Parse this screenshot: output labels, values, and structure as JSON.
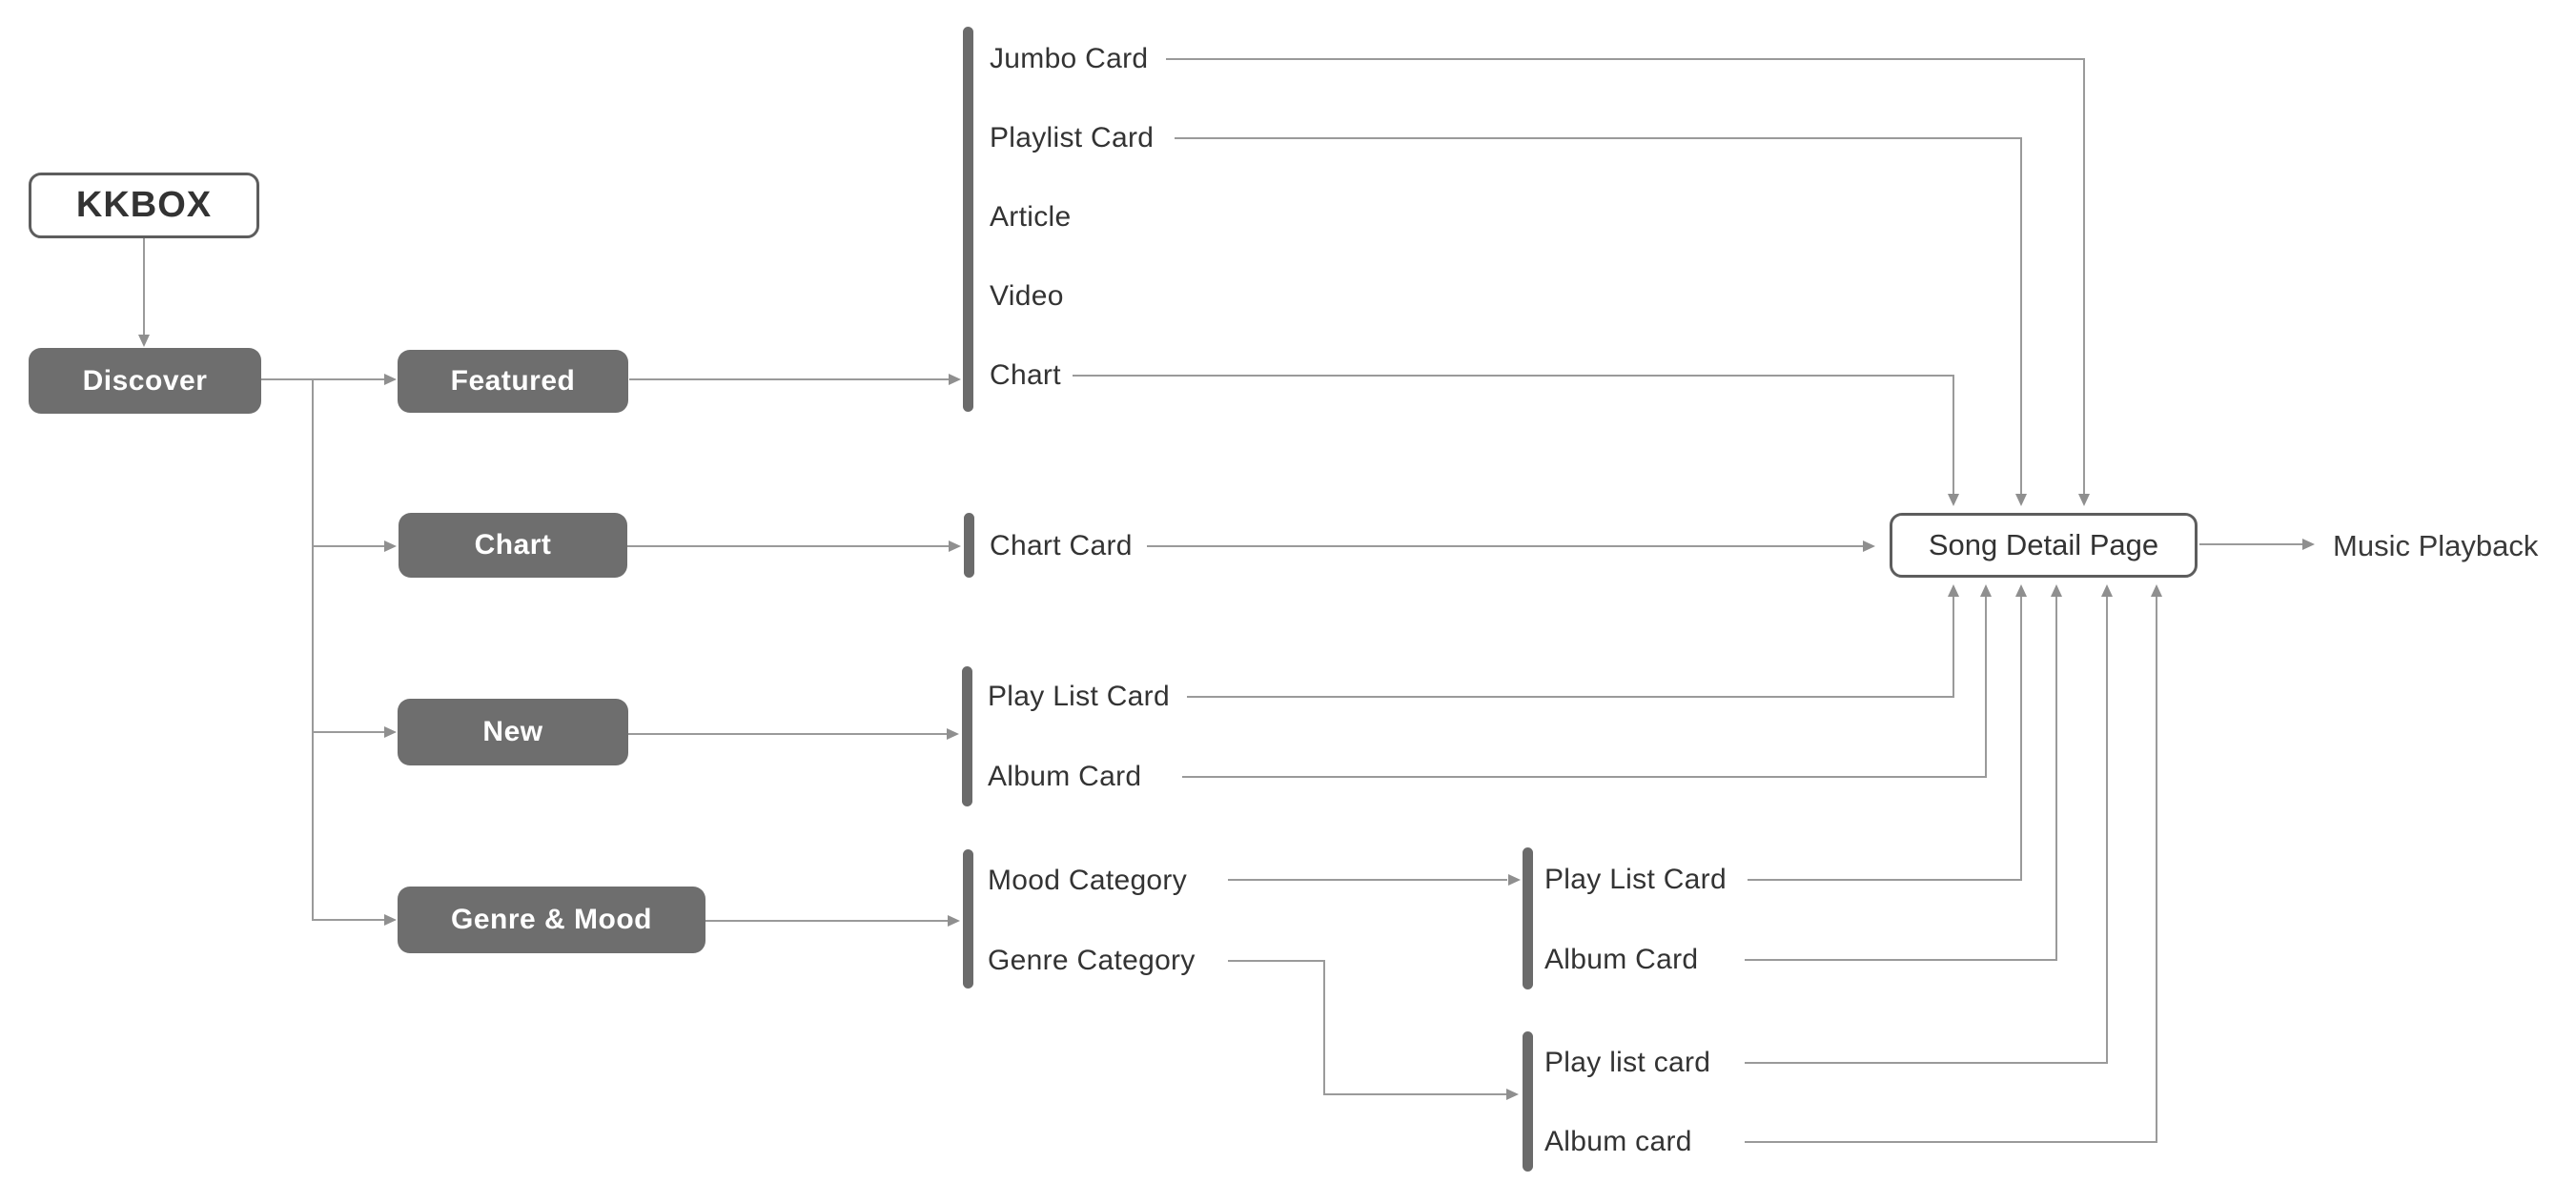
{
  "root_label": "KKBOX",
  "discover_label": "Discover",
  "sections": {
    "featured": "Featured",
    "chart": "Chart",
    "new": "New",
    "genre_mood": "Genre & Mood"
  },
  "featured_children": [
    "Jumbo Card",
    "Playlist Card",
    "Article",
    "Video",
    "Chart"
  ],
  "chart_children": [
    "Chart Card"
  ],
  "new_children": [
    "Play List Card",
    "Album Card"
  ],
  "genre_mood_children": [
    "Mood Category",
    "Genre Category"
  ],
  "mood_category_children": [
    "Play List Card",
    "Album Card"
  ],
  "genre_category_children": [
    "Play list card",
    "Album card"
  ],
  "song_detail_label": "Song Detail Page",
  "music_playback_label": "Music Playback",
  "colors": {
    "node_fill": "#6e6e6e",
    "node_text": "#ffffff",
    "outline_border": "#6b6b6b",
    "group_bar": "#6b6b6b",
    "connector": "#9a9a9a",
    "label_text": "#333333",
    "background": "#ffffff"
  }
}
